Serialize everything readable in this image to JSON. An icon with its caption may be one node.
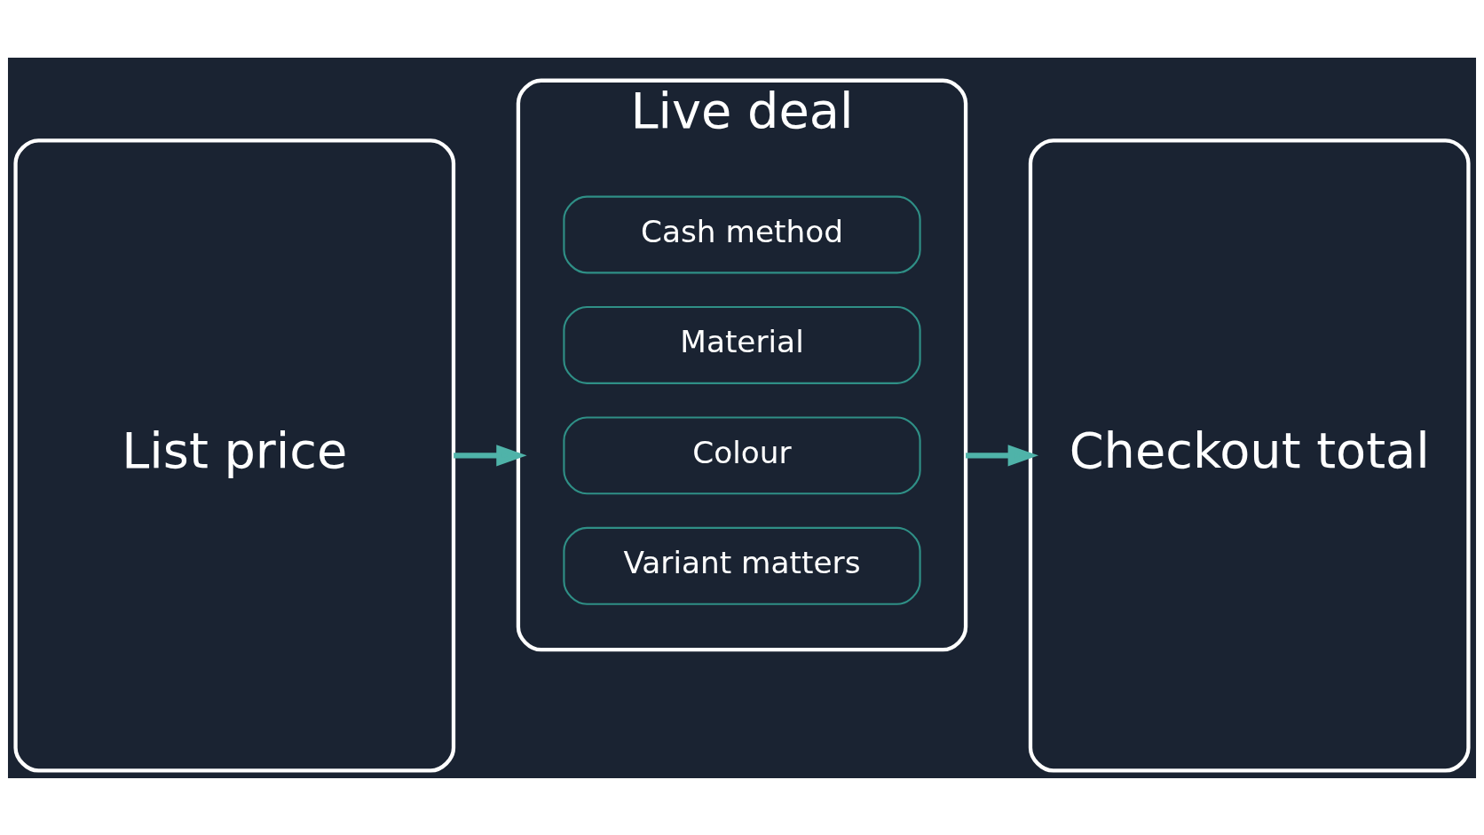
{
  "diagram": {
    "nodes": [
      {
        "text": [
          "List price"
        ]
      },
      {
        "text": [
          "Live deal"
        ]
      },
      {
        "text": [
          "Variant matters"
        ],
        "in": 1
      },
      {
        "text": [
          "Colour"
        ],
        "in": 1
      },
      {
        "text": [
          "Material"
        ],
        "in": 1
      },
      {
        "text": [
          "Cash method"
        ],
        "in": 1
      },
      {
        "text": [
          "Checkout total"
        ]
      }
    ],
    "edges": [
      {
        "from": 0,
        "to": 1,
        "arrow": "to",
        "color": "#4fb3a9"
      },
      {
        "from": 1,
        "to": 6,
        "arrow": "to",
        "color": "#4fb3a9"
      }
    ]
  }
}
